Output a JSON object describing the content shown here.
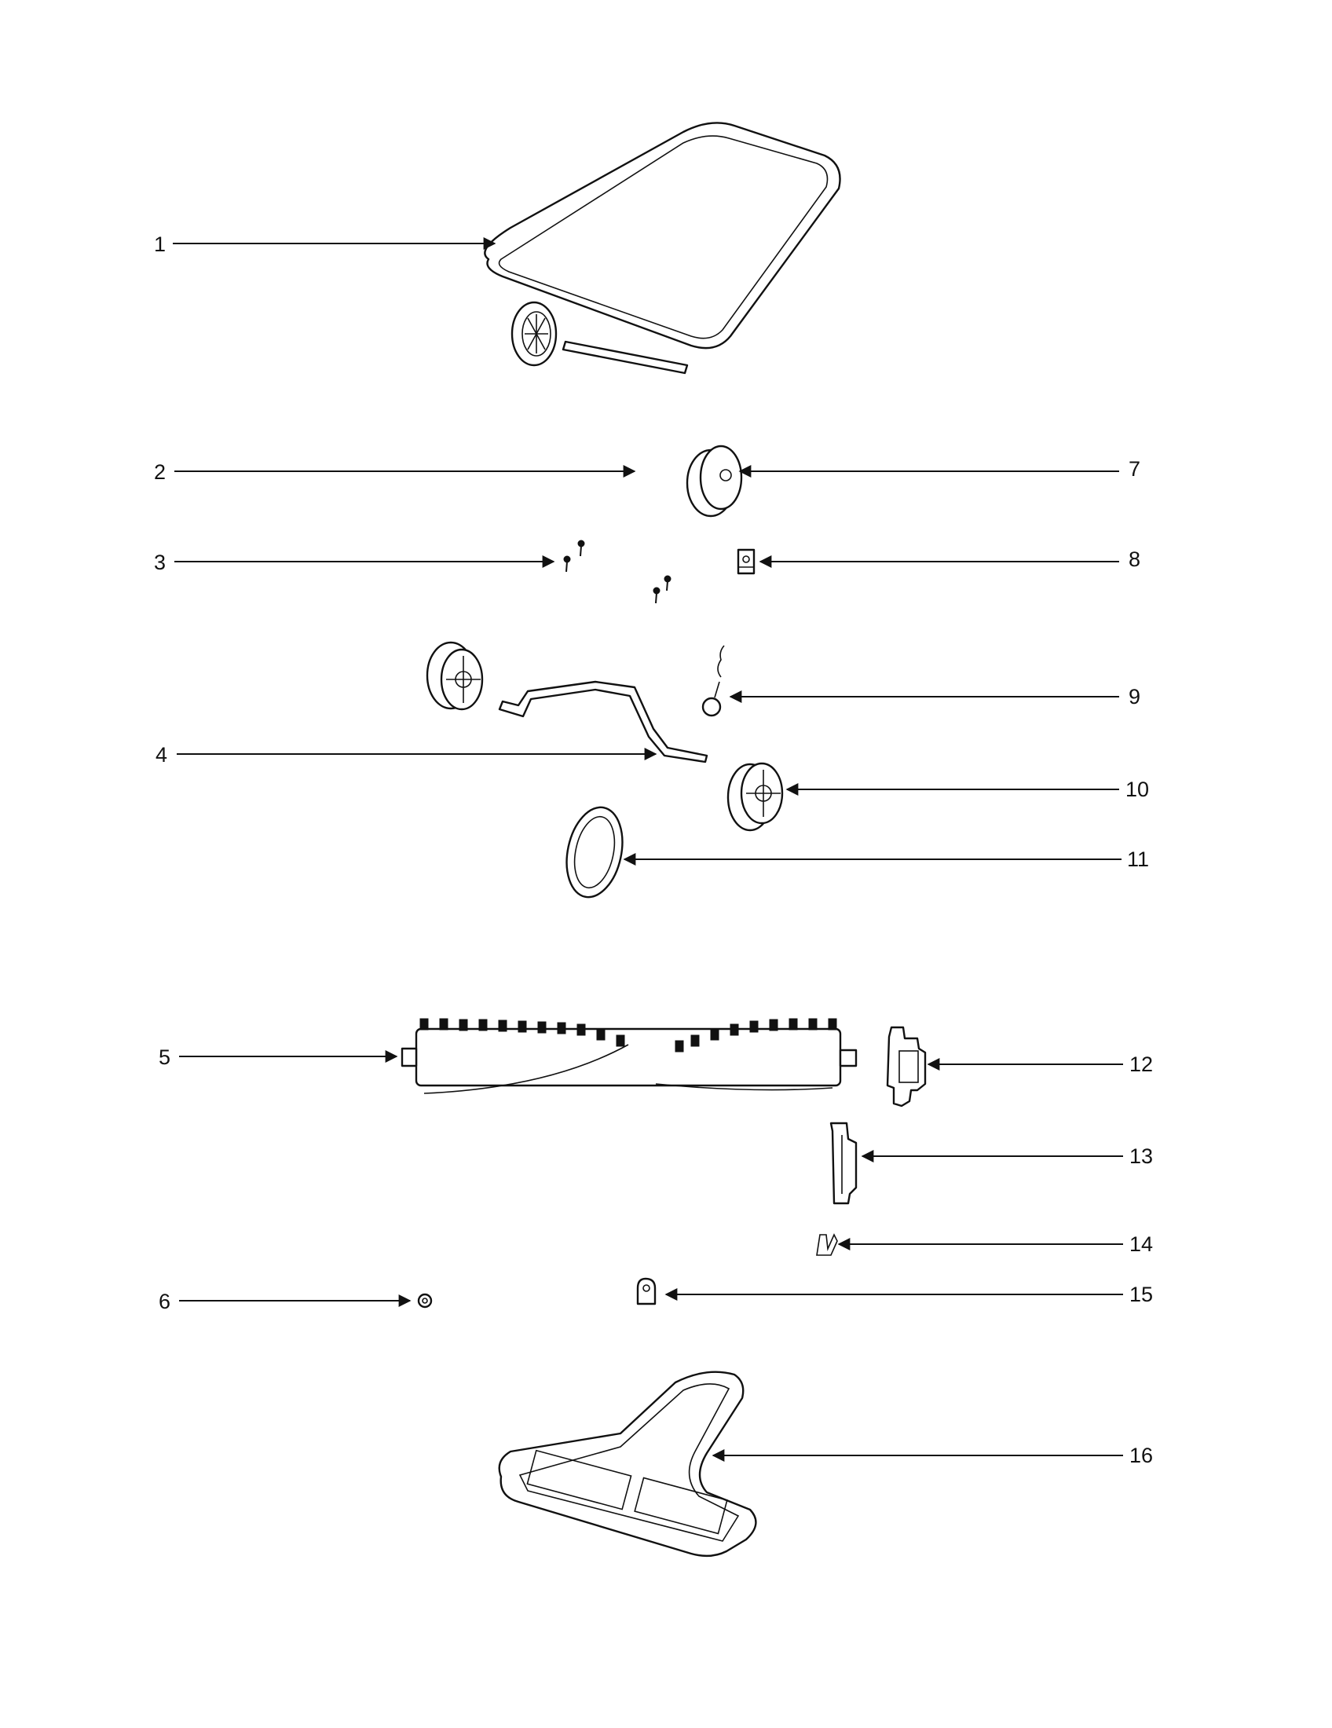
{
  "callouts": [
    {
      "id": "1"
    },
    {
      "id": "2"
    },
    {
      "id": "3"
    },
    {
      "id": "4"
    },
    {
      "id": "5"
    },
    {
      "id": "6"
    },
    {
      "id": "7"
    },
    {
      "id": "8"
    },
    {
      "id": "9"
    },
    {
      "id": "10"
    },
    {
      "id": "11"
    },
    {
      "id": "12"
    },
    {
      "id": "13"
    },
    {
      "id": "14"
    },
    {
      "id": "15"
    },
    {
      "id": "16"
    }
  ],
  "colors": {
    "line": "#111111",
    "background": "#ffffff"
  }
}
